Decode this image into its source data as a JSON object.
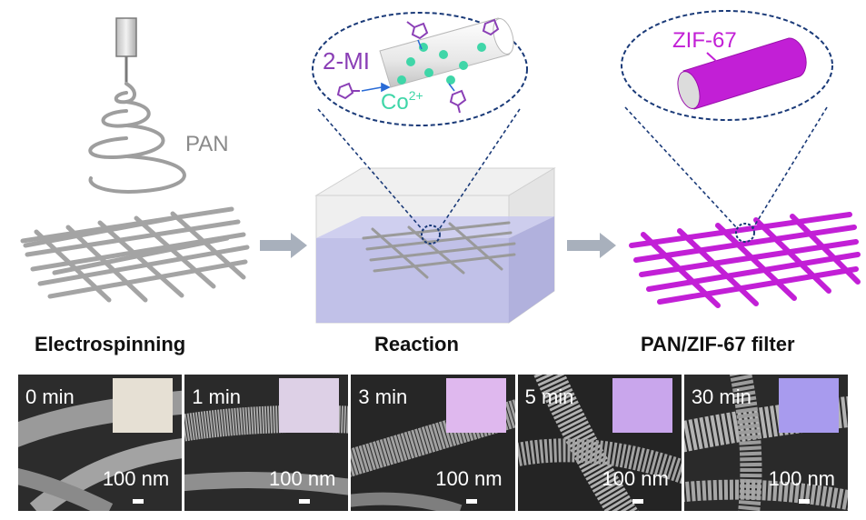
{
  "labels": {
    "pan": "PAN",
    "mi": "2-MI",
    "co": "Co",
    "co_charge": "2+",
    "zif": "ZIF-67"
  },
  "stages": [
    "Electrospinning",
    "Reaction",
    "PAN/ZIF-67 filter"
  ],
  "panels": [
    {
      "time": "0 min",
      "scale": "100 nm",
      "swatch_color": "#e6e0d4"
    },
    {
      "time": "1 min",
      "scale": "100 nm",
      "swatch_color": "#ddd0e6"
    },
    {
      "time": "3 min",
      "scale": "100 nm",
      "swatch_color": "#dfb8ee"
    },
    {
      "time": "5 min",
      "scale": "100 nm",
      "swatch_color": "#c9a6ec"
    },
    {
      "time": "30 min",
      "scale": "100 nm",
      "swatch_color": "#a89bee"
    }
  ],
  "colors": {
    "fiber": "#9c9c9c",
    "zif": "#c21fd6",
    "co_ion": "#3fd6a8",
    "mi": "#8a3fb6",
    "dashed": "#1a3a78",
    "arrow": "#a8b0bc",
    "liquid": "#b9b9e6"
  }
}
